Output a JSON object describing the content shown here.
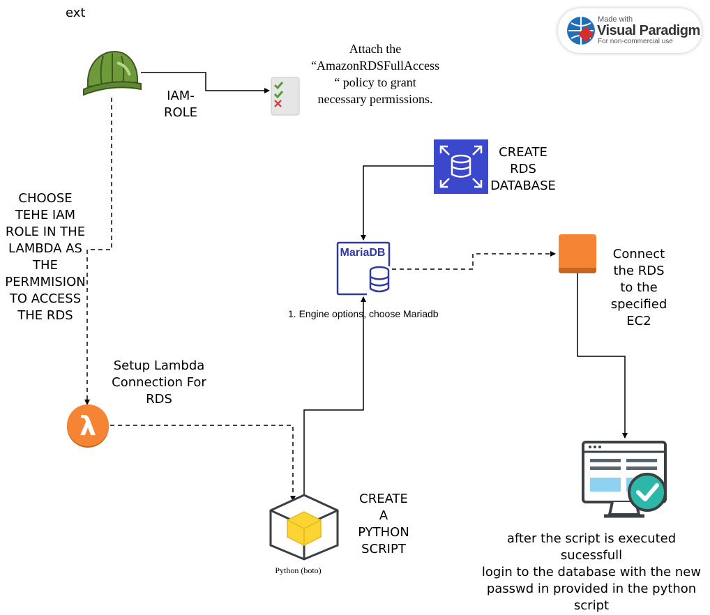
{
  "corner_text": "ext",
  "watermark": {
    "made_with": "Made with",
    "brand": "Visual Paradigm",
    "note": "For non-commercial use"
  },
  "labels": {
    "iam_role": [
      "IAM-",
      "ROLE"
    ],
    "policy": [
      "Attach the",
      "“AmazonRDSFullAccess",
      "“ policy to grant",
      "necessary  permissions."
    ],
    "create_rds": [
      "CREATE",
      "RDS",
      "DATABASE"
    ],
    "choose_role": [
      "CHOOSE",
      "TEHE IAM",
      "ROLE IN THE",
      "LAMBDA AS",
      "THE",
      "PERMMISION",
      "TO ACCESS",
      "THE RDS"
    ],
    "mariadb_logo": "MariaDB",
    "engine": "1. Engine options, choose Mariadb",
    "connect": [
      "Connect",
      "the RDS",
      "to the",
      "specified",
      "EC2"
    ],
    "lambda_setup": [
      "Setup Lambda",
      "Connection For",
      "RDS"
    ],
    "python_caption": "Python (boto)",
    "create_script": [
      "CREATE",
      "A",
      "PYTHON",
      "SCRIPT"
    ],
    "final": [
      "after the script is executed",
      "sucessfull",
      "login to the database with the new",
      "passwd in provided in the python",
      "script"
    ]
  },
  "colors": {
    "helmet": "#6e9a3c",
    "rds_blue": "#3b48cc",
    "aws_orange": "#f58534",
    "mariadb_blue": "#2f3a9e",
    "python_yellow": "#fcd535",
    "monitor_blue": "#8fd1f0",
    "check_teal": "#2db7a8"
  },
  "icons": [
    "helmet-icon",
    "checklist-icon",
    "rds-icon",
    "mariadb-icon",
    "ec2-icon",
    "lambda-icon",
    "python-box-icon",
    "monitor-check-icon",
    "visual-paradigm-logo-icon"
  ]
}
